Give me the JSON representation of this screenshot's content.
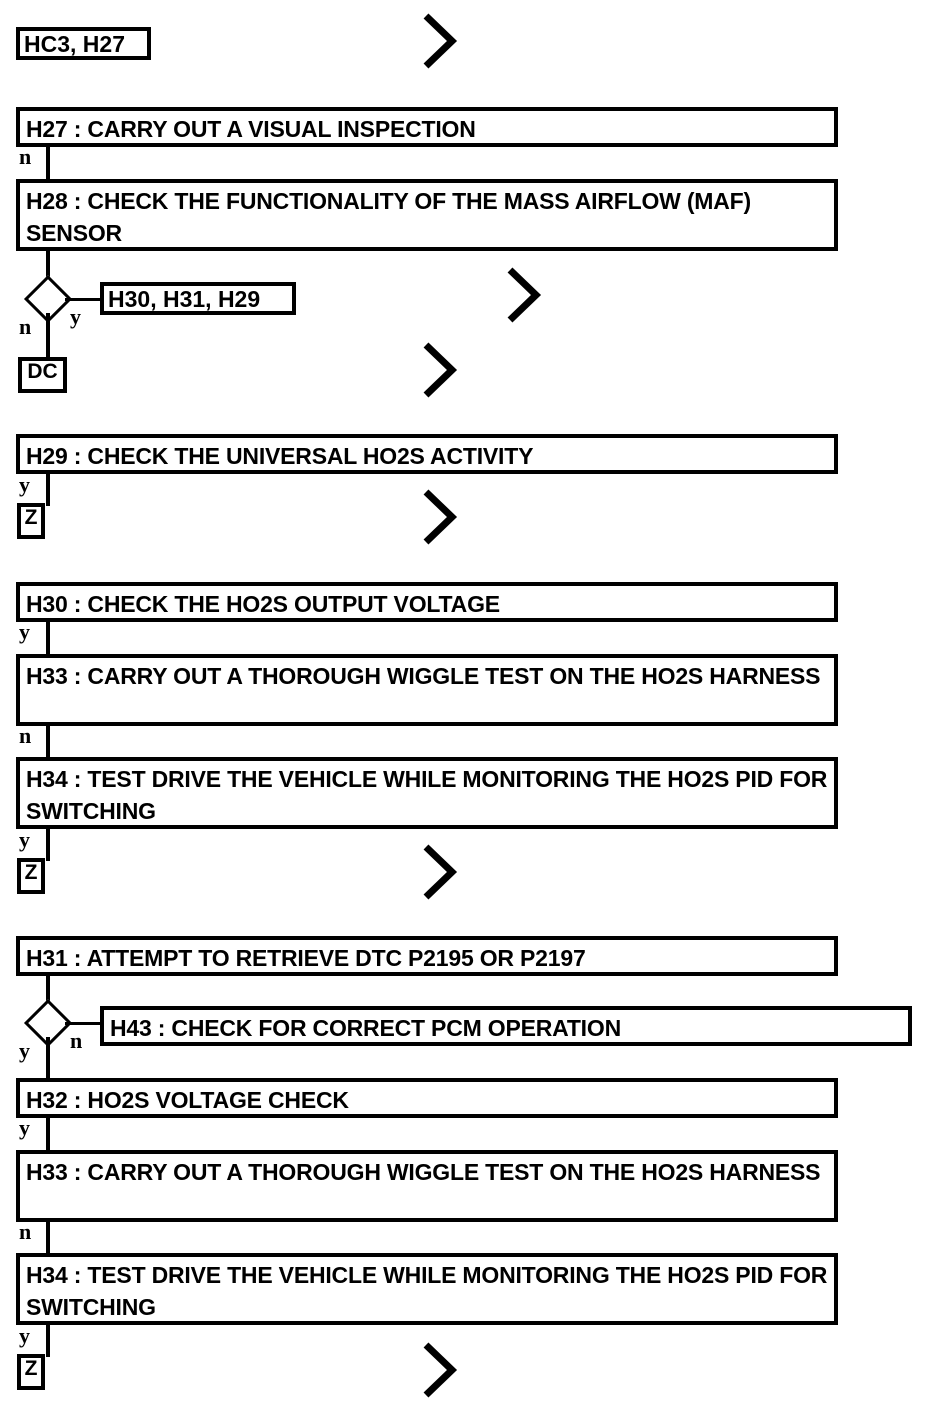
{
  "diagram": {
    "title": "HO2S Diagnostic Flowchart",
    "type": "flowchart",
    "ink_color": "#000000",
    "background_color": "#ffffff"
  },
  "nodes": {
    "ref_hc3_h27": "HC3, H27",
    "step_h27": "H27 : CARRY OUT A VISUAL INSPECTION",
    "step_h28": "H28 : CHECK THE FUNCTIONALITY OF THE MASS AIRFLOW (MAF) SENSOR",
    "ref_h30_h31_h29": "H30, H31, H29",
    "term_dc": "DC",
    "step_h29": "H29 : CHECK THE UNIVERSAL HO2S ACTIVITY",
    "term_z_1": "Z",
    "step_h30": "H30 : CHECK THE HO2S OUTPUT VOLTAGE",
    "step_h33_a": "H33 : CARRY OUT A THOROUGH WIGGLE TEST ON THE HO2S HARNESS",
    "step_h34_a": "H34 : TEST DRIVE THE VEHICLE WHILE MONITORING THE HO2S PID FOR SWITCHING",
    "term_z_2": "Z",
    "step_h31": "H31 : ATTEMPT TO RETRIEVE DTC P2195 OR P2197",
    "step_h43": "H43 : CHECK FOR CORRECT PCM OPERATION",
    "step_h32": "H32 : HO2S VOLTAGE CHECK",
    "step_h33_b": "H33 : CARRY OUT A THOROUGH WIGGLE TEST ON THE HO2S HARNESS",
    "step_h34_b": "H34 : TEST DRIVE THE VEHICLE WHILE MONITORING THE HO2S PID FOR SWITCHING",
    "term_z_3": "Z"
  },
  "branches": {
    "h27_to_h28": "n",
    "d1_no": "n",
    "d1_yes": "y",
    "h29_to_z": "y",
    "h30_to_h33": "y",
    "h33a_to_h34": "n",
    "h34a_to_z": "y",
    "d2_yes": "y",
    "d2_no": "n",
    "h32_to_h33": "y",
    "h33b_to_h34": "n",
    "h34b_to_z": "y"
  },
  "markers": {
    "chevron_glyph": ">",
    "chevron_name": "page-continuation-chevron",
    "count": 6
  }
}
